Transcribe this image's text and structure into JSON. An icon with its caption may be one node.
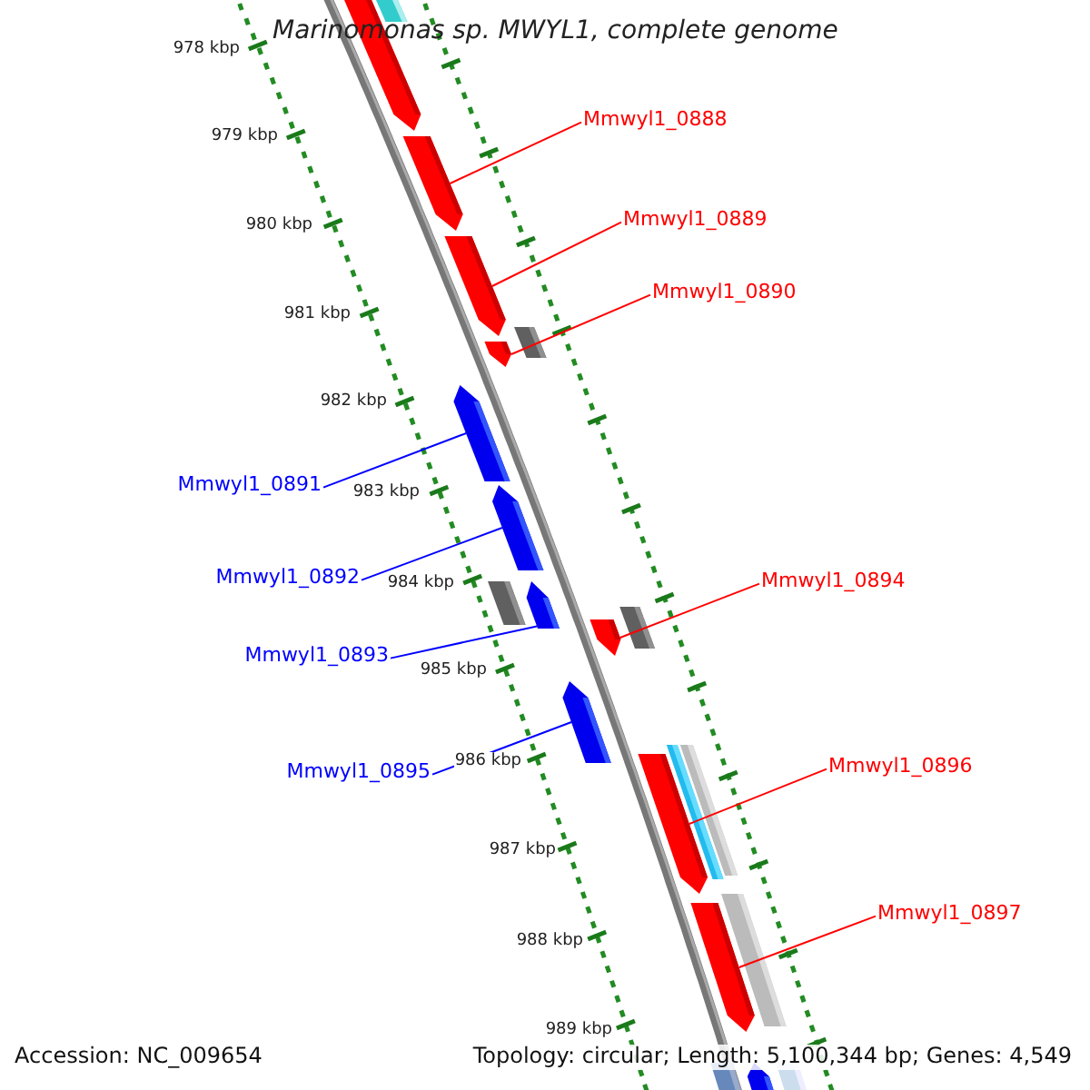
{
  "diagram": {
    "title": "Marinomonas sp. MWYL1, complete genome",
    "nodes": [
      {
        "text": [
          "Mmwyl1_0888"
        ]
      },
      {
        "text": [
          "Mmwyl1_0889"
        ]
      },
      {
        "text": [
          "Mmwyl1_0890"
        ]
      },
      {
        "text": [
          "Mmwyl1_0891"
        ]
      },
      {
        "text": [
          "Mmwyl1_0892"
        ]
      },
      {
        "text": [
          "Mmwyl1_0893"
        ]
      },
      {
        "text": [
          "Mmwyl1_0894"
        ]
      },
      {
        "text": [
          "Mmwyl1_0895"
        ]
      },
      {
        "text": [
          "Mmwyl1_0896"
        ]
      },
      {
        "text": [
          "Mmwyl1_0897"
        ]
      },
      {
        "text": [],
        "shape": "arrow"
      },
      {
        "text": [],
        "shape": "box"
      },
      {
        "text": [],
        "shape": "arrow"
      },
      {
        "text": [],
        "shape": "arrow"
      },
      {
        "text": [],
        "shape": "box"
      },
      {
        "text": [],
        "shape": "arrow"
      },
      {
        "text": [],
        "shape": "arrow"
      },
      {
        "text": [],
        "shape": "arrow"
      },
      {
        "text": [],
        "shape": "arrow"
      },
      {
        "text": [],
        "shape": "box"
      },
      {
        "text": [],
        "shape": "box"
      },
      {
        "text": [],
        "shape": "arrow"
      },
      {
        "text": [],
        "shape": "arrow"
      },
      {
        "text": [],
        "shape": "box"
      },
      {
        "text": [],
        "shape": "box"
      },
      {
        "text": [],
        "shape": "arrow"
      },
      {
        "text": [],
        "shape": "box"
      },
      {
        "text": [],
        "shape": "arrow"
      },
      {
        "text": [],
        "shape": "box"
      },
      {
        "text": [],
        "shape": "arrow"
      },
      {
        "text": [],
        "shape": "box"
      }
    ],
    "edges": [
      {
        "from": 0,
        "to": 12,
        "arrow": "none"
      },
      {
        "from": 1,
        "to": 13,
        "arrow": "none"
      },
      {
        "from": 2,
        "to": 15,
        "arrow": "none"
      },
      {
        "from": 3,
        "to": 16,
        "arrow": "none",
        "color": "#0000ff"
      },
      {
        "from": 4,
        "to": 17,
        "arrow": "none",
        "color": "#0000ff"
      },
      {
        "from": 5,
        "to": 18,
        "arrow": "none",
        "color": "#0000ff"
      },
      {
        "from": 6,
        "to": 21,
        "arrow": "none"
      },
      {
        "from": 7,
        "to": 22,
        "arrow": "none",
        "color": "#0000ff"
      },
      {
        "from": 8,
        "to": 25,
        "arrow": "none"
      },
      {
        "from": 9,
        "to": 27,
        "arrow": "none"
      }
    ],
    "labels": [
      "978 kbp",
      "979 kbp",
      "980 kbp",
      "981 kbp",
      "982 kbp",
      "983 kbp",
      "984 kbp",
      "985 kbp",
      "986 kbp",
      "987 kbp",
      "988 kbp",
      "989 kbp",
      "Accession: NC_009654",
      "Topology: circular; Length: 5,100,344 bp; Genes: 4,549"
    ]
  }
}
